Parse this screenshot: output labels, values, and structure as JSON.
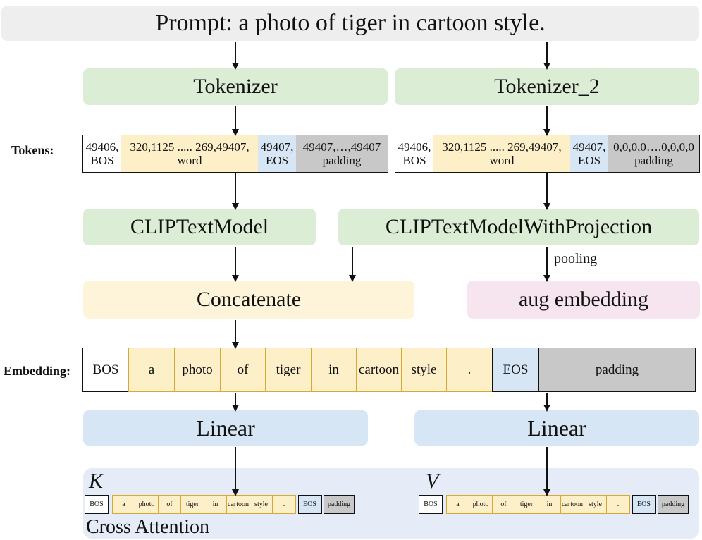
{
  "prompt": "Prompt:  a photo of tiger in cartoon style.",
  "tokenizer": "Tokenizer",
  "tokenizer2": "Tokenizer_2",
  "tokens_label": "Tokens:",
  "tokens1": {
    "bos_id": "49406,",
    "bos": "BOS",
    "word_ids": "320,1125  .....  269,49407,",
    "word": "word",
    "eos_id": "49407,",
    "eos": "EOS",
    "pad_ids": " 49407,…,49407",
    "pad": "padding"
  },
  "tokens2": {
    "bos_id": "49406,",
    "bos": "BOS",
    "word_ids": "320,1125  .....  269,49407,",
    "word": "word",
    "eos_id": "49407,",
    "eos": "EOS",
    "pad_ids": " 0,0,0,0….0,0,0,0",
    "pad": "padding"
  },
  "clip": "CLIPTextModel",
  "clip_proj": "CLIPTextModelWithProjection",
  "pooling": "pooling",
  "concatenate": "Concatenate",
  "aug": "aug embedding",
  "embedding_label": "Embedding:",
  "embedding": {
    "bos": "BOS",
    "words": [
      "a",
      "photo",
      "of",
      "tiger",
      "in",
      "cartoon",
      "style",
      "."
    ],
    "eos": "EOS",
    "pad": "padding"
  },
  "linear1": "Linear",
  "linear2": "Linear",
  "k": "K",
  "v": "V",
  "cross_attention": "Cross Attention",
  "small_k": {
    "bos": "BOS",
    "words": [
      "a",
      "photo",
      "of",
      "tiger",
      "in",
      "cartoon",
      "style",
      "."
    ],
    "eos": "EOS",
    "pad": "padding"
  },
  "small_v": {
    "bos": "BOS",
    "words": [
      "a",
      "photo",
      "of",
      "tiger",
      "in",
      "cartoon",
      "style",
      "."
    ],
    "eos": "EOS",
    "pad": "padding"
  }
}
